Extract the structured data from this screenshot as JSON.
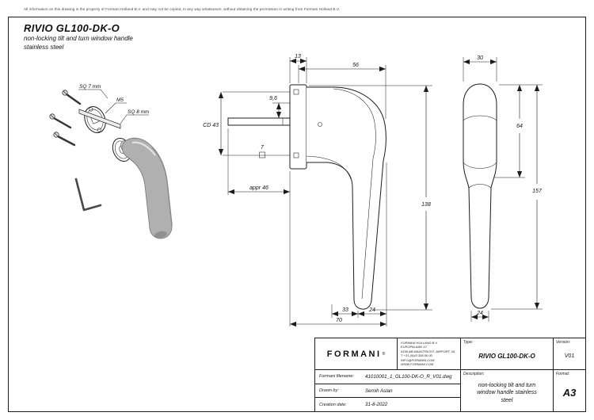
{
  "disclaimer": "All information on this drawing is the property of Formani Holland B.V. and may not be copied, in any way whatsoever, without obtaining the permission in writing from Formani Holland B.V.",
  "header": {
    "title": "RIVIO GL100-DK-O",
    "subtitle_line1": "non-locking tilt and turn window handle",
    "subtitle_line2": "stainless steel"
  },
  "exploded_view": {
    "sq7_label": "SQ 7 mm",
    "m5_label": "M5",
    "sq8_label": "SQ 8 mm"
  },
  "side_view_dims": {
    "d13": "13",
    "d56": "56",
    "d96": "9,6",
    "cd43": "CD 43",
    "d7": "7",
    "appr46": "appr 46",
    "d138": "138",
    "d33": "33",
    "d24": "24",
    "d70": "70"
  },
  "front_view_dims": {
    "d30": "30",
    "d64": "64",
    "d157": "157",
    "d24": "24"
  },
  "title_block": {
    "logo": "FORMANI",
    "logo_reg": "®",
    "company_info": [
      "FORMANI HOLLAND B.V.",
      "EUROPALAAN 12",
      "6199 AB MAASTRICHT- AIRPORT, NL",
      "T +31 (0)43 358 50 00",
      "INFO@FORMANI.COM",
      "WWW.FORMANI.COM"
    ],
    "filename_label": "Formani filename:",
    "filename_value": "41010001_1_GL100-DK-O_R_V01.dwg",
    "drawn_by_label": "Drawn by:",
    "drawn_by_value": "Semih Aslan",
    "creation_date_label": "Creation date:",
    "creation_date_value": "31-8-2022",
    "type_label": "Type:",
    "type_value": "RIVIO GL100-DK-O",
    "version_label": "Version:",
    "version_value": "V01",
    "description_label": "Description:",
    "description_value": "non-locking tilt and turn window handle stainless steel",
    "format_label": "Format:",
    "format_value": "A3"
  }
}
